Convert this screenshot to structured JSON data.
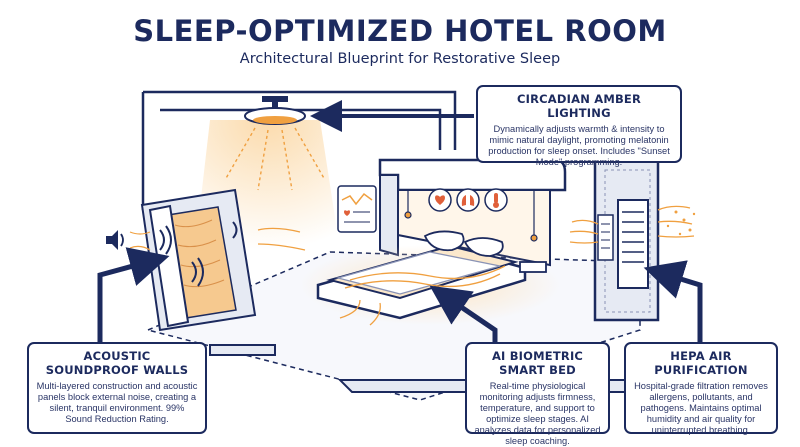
{
  "header": {
    "title": "SLEEP-OPTIMIZED HOTEL ROOM",
    "subtitle": "Architectural Blueprint for Restorative Sleep"
  },
  "callouts": {
    "lighting": {
      "title": "CIRCADIAN AMBER LIGHTING",
      "text": "Dynamically adjusts warmth & intensity to mimic natural daylight, promoting melatonin production for sleep onset. Includes \"Sunset Mode\" programming."
    },
    "walls": {
      "title": "ACOUSTIC SOUNDPROOF WALLS",
      "text": "Multi-layered construction and acoustic panels block external noise, creating a silent, tranquil environment. 99% Sound Reduction Rating."
    },
    "bed": {
      "title": "AI BIOMETRIC SMART BED",
      "text": "Real-time physiological monitoring adjusts firmness, temperature, and support to optimize sleep stages. AI analyzes data for personalized sleep coaching."
    },
    "hepa": {
      "title": "HEPA AIR PURIFICATION",
      "text": "Hospital-grade filtration removes allergens, pollutants, and pathogens. Maintains optimal humidity and air quality for uninterrupted breathing."
    }
  },
  "colors": {
    "navy": "#1c2a5e",
    "amber": "#f0a040",
    "glow": "#fbd9a8",
    "panel": "#e6eaf3"
  },
  "icons": [
    "speaker-icon",
    "heart-icon",
    "thermometer-icon",
    "lungs-icon",
    "chart-icon"
  ]
}
